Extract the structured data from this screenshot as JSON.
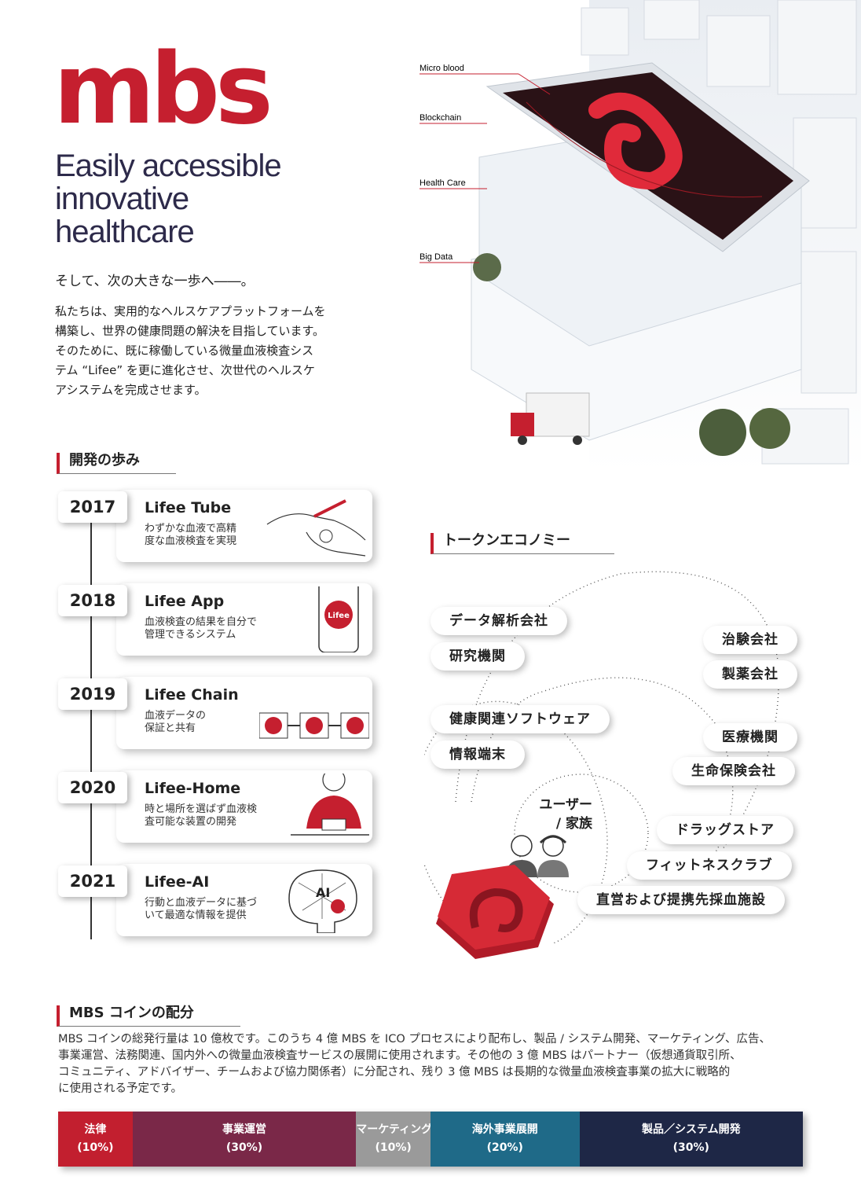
{
  "hero": {
    "logo": "mbs",
    "tagline": [
      "Easily accessible",
      "innovative",
      "healthcare"
    ],
    "lead": "そして、次の大きな一歩へ――。",
    "body": [
      "私たちは、実用的なヘルスケアプラットフォームを",
      "構築し、世界の健康問題の解決を目指しています。",
      "そのために、既に稼働している微量血液検査シス",
      "テム “Lifee” を更に進化させ、次世代のヘルスケ",
      "アシステムを完成させます。"
    ]
  },
  "illustration": {
    "labels": [
      "Micro blood",
      "Blockchain",
      "Health Care",
      "Big Data"
    ]
  },
  "development": {
    "title": "開発の歩み",
    "items": [
      {
        "year": "2017",
        "name": "Lifee Tube",
        "desc": [
          "わずかな血液で高精",
          "度な血液検査を実現"
        ],
        "icon": "blood-tube-hand-icon"
      },
      {
        "year": "2018",
        "name": "Lifee App",
        "desc": [
          "血液検査の結果を自分で",
          "管理できるシステム"
        ],
        "icon": "smartphone-app-icon"
      },
      {
        "year": "2019",
        "name": "Lifee Chain",
        "desc": [
          "血液データの",
          "保証と共有"
        ],
        "icon": "chain-blocks-icon"
      },
      {
        "year": "2020",
        "name": "Lifee-Home",
        "desc": [
          "時と場所を選ばず血液検",
          "査可能な装置の開発"
        ],
        "icon": "home-device-icon"
      },
      {
        "year": "2021",
        "name": "Lifee-AI",
        "desc": [
          "行動と血液データに基づ",
          "いて最適な情報を提供"
        ],
        "icon": "ai-brain-icon"
      }
    ]
  },
  "token": {
    "title": "トークンエコノミー",
    "left": [
      "データ解析会社",
      "研究機関",
      "健康関連ソフトウェア",
      "情報端末"
    ],
    "right": [
      "治験会社",
      "製薬会社",
      "医療機関",
      "生命保険会社",
      "ドラッグストア",
      "フィットネスクラブ",
      "直営および提携先採血施設"
    ],
    "user": [
      "ユーザー",
      "/ 家族"
    ],
    "app_mark": "Lifee",
    "icon_mark": "AI"
  },
  "coin": {
    "title": "MBS コインの配分",
    "text": [
      "MBS コインの総発行量は 10 億枚です。このうち 4 億 MBS を ICO プロセスにより配布し、製品 / システム開発、マーケティング、広告、",
      "事業運営、法務関連、国内外への微量血液検査サービスの展開に使用されます。その他の 3 億 MBS はパートナー（仮想通貨取引所、",
      "コミュニティ、アドバイザー、チームおよび協力関係者）に分配され、残り 3 億 MBS は長期的な微量血液検査事業の拡大に戦略的",
      "に使用される予定です。"
    ],
    "segments": [
      {
        "label": "法律",
        "pct": "(10%)",
        "value": 10,
        "color": "#c21f2f"
      },
      {
        "label": "事業運営",
        "pct": "(30%)",
        "value": 30,
        "color": "#7a2848"
      },
      {
        "label": "マーケティング",
        "pct": "(10%)",
        "value": 10,
        "color": "#9a9a9a"
      },
      {
        "label": "海外事業展開",
        "pct": "(20%)",
        "value": 20,
        "color": "#1f6a88"
      },
      {
        "label": "製品／システム開発",
        "pct": "(30%)",
        "value": 30,
        "color": "#1e2746"
      }
    ]
  }
}
